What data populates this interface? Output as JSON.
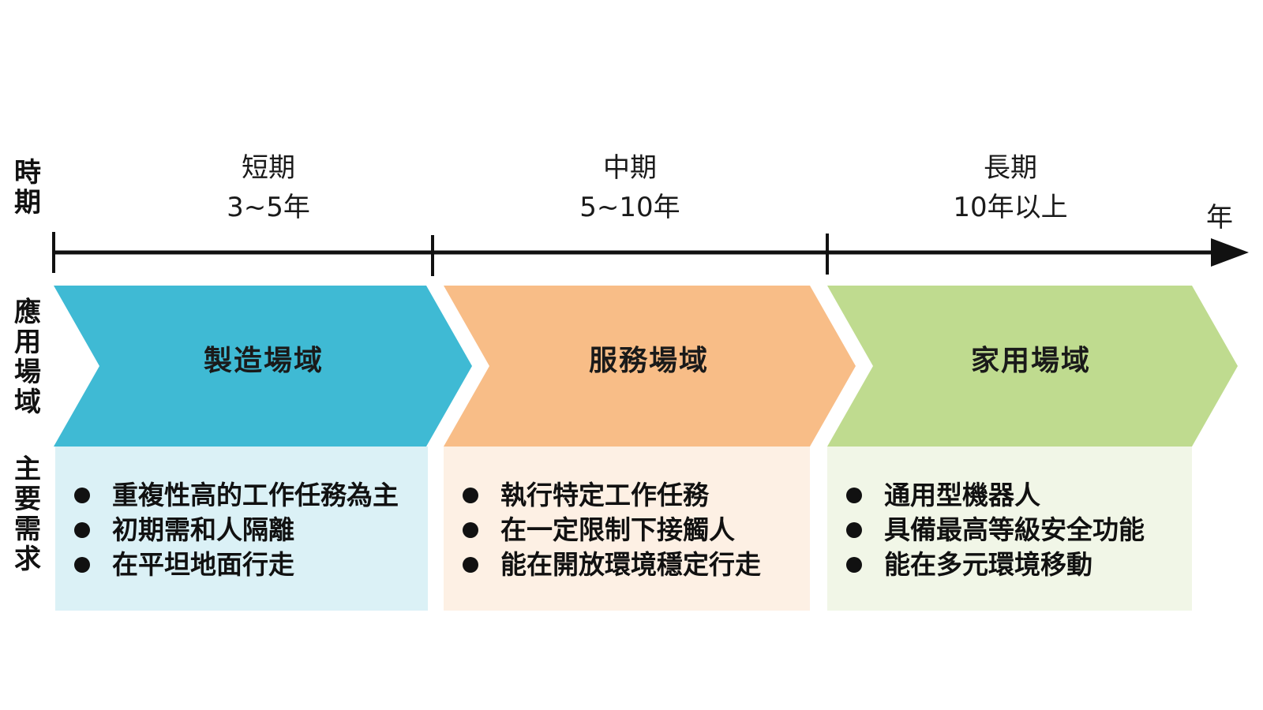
{
  "row_labels": {
    "period": "時\n期",
    "field": "應\n用\n場\n域",
    "needs": "主\n要\n需\n求"
  },
  "axis_unit": "年",
  "columns": [
    {
      "period_name": "短期",
      "period_range": "3~5年",
      "field": "製造場域",
      "color": "#3fbad4",
      "light_color": "#dbf1f6",
      "needs": [
        "重複性高的工作任務為主",
        "初期需和人隔離",
        "在平坦地面行走"
      ]
    },
    {
      "period_name": "中期",
      "period_range": "5~10年",
      "field": "服務場域",
      "color": "#f8bd87",
      "light_color": "#fdf0e4",
      "needs": [
        "執行特定工作任務",
        "在一定限制下接觸人",
        "能在開放環境穩定行走"
      ]
    },
    {
      "period_name": "長期",
      "period_range": "10年以上",
      "field": "家用場域",
      "color": "#bfdb8f",
      "light_color": "#f1f6e7",
      "needs": [
        "通用型機器人",
        "具備最高等級安全功能",
        "能在多元環境移動"
      ]
    }
  ]
}
